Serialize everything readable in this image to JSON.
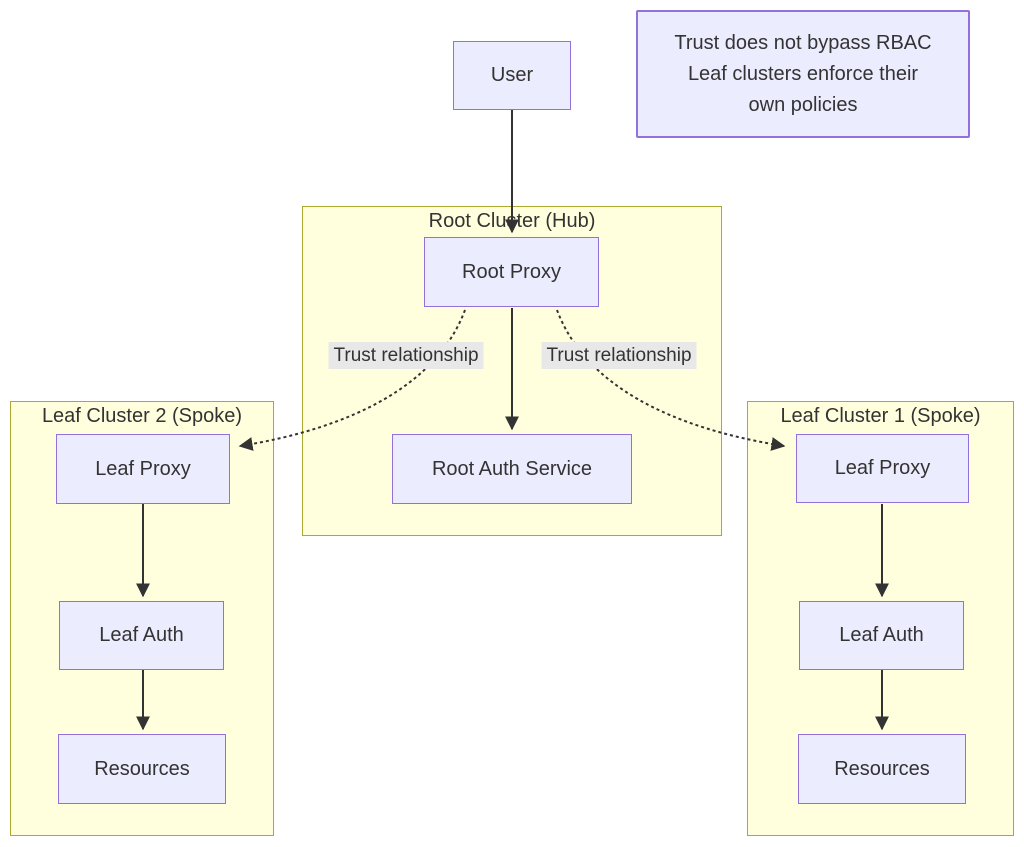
{
  "diagram": {
    "clusters": {
      "root": {
        "title": "Root Cluster (Hub)"
      },
      "leaf2": {
        "title": "Leaf Cluster 2 (Spoke)"
      },
      "leaf1": {
        "title": "Leaf Cluster 1 (Spoke)"
      }
    },
    "nodes": {
      "user": "User",
      "root_proxy": "Root Proxy",
      "root_auth": "Root Auth Service",
      "leaf2_proxy": "Leaf Proxy",
      "leaf2_auth": "Leaf Auth",
      "leaf2_resources": "Resources",
      "leaf1_proxy": "Leaf Proxy",
      "leaf1_auth": "Leaf Auth",
      "leaf1_resources": "Resources"
    },
    "edge_labels": {
      "trust_left": "Trust relationship",
      "trust_right": "Trust relationship"
    },
    "note": {
      "lines": {
        "0": "Trust does not bypass RBAC",
        "1": "Leaf clusters enforce their",
        "2": "own policies"
      }
    },
    "colors": {
      "node_fill": "#ECECFF",
      "node_border": "#9370DB",
      "cluster_fill": "#FFFFDE",
      "cluster_border": "#AAAA33",
      "edge_label_bg": "#E8E8E8",
      "line": "#333333",
      "text": "#333333"
    }
  }
}
